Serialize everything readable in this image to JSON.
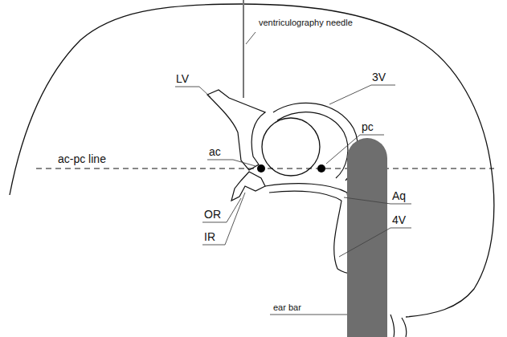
{
  "diagram": {
    "labels": [
      "ventriculography needle",
      "LV",
      "3V",
      "pc",
      "ac",
      "ac-pc line",
      "OR",
      "IR",
      "Aq",
      "4V",
      "ear bar"
    ]
  }
}
